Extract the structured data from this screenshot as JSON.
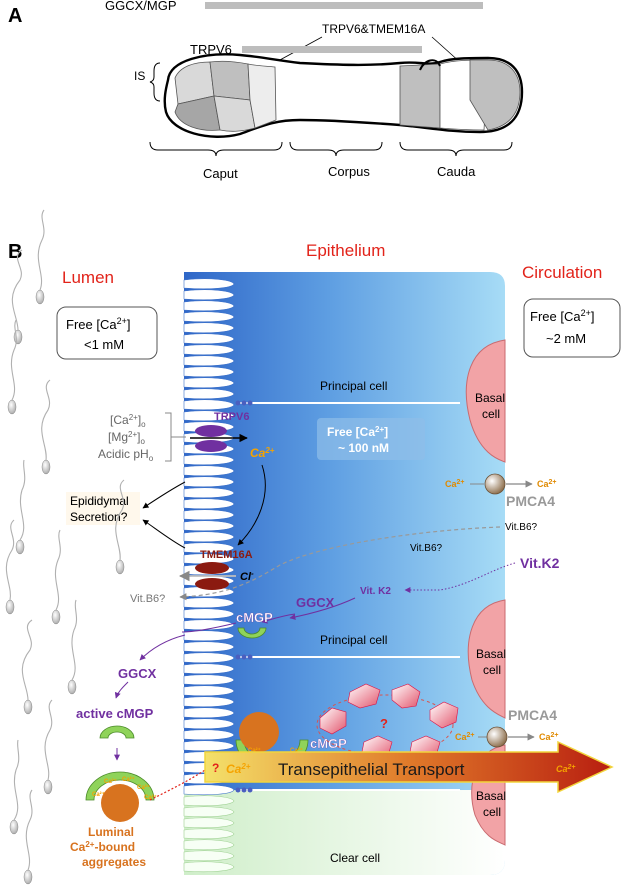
{
  "panel_a": {
    "label": "A",
    "ggcx_mgp": "GGCX/MGP",
    "trpv6_tmem": "TRPV6&TMEM16A",
    "trpv6": "TRPV6",
    "is": "IS",
    "regions": [
      "Caput",
      "Corpus",
      "Cauda"
    ]
  },
  "panel_b": {
    "label": "B",
    "lumen": "Lumen",
    "epithelium": "Epithelium",
    "circulation": "Circulation",
    "lumen_ca_line1": "Free [Ca",
    "lumen_ca_sup": "2+",
    "lumen_ca_close": "]",
    "lumen_ca_line2": "<1 mM",
    "circ_ca_line1": "Free [Ca",
    "circ_ca_sup": "2+",
    "circ_ca_close": "]",
    "circ_ca_line2": "~2 mM",
    "cell_ca_line1": "Free [Ca",
    "cell_ca_sup": "2+",
    "cell_ca_close": "]",
    "cell_ca_line2": "~ 100 nM",
    "principal_cell": "Principal cell",
    "basal_cell_l1": "Basal",
    "basal_cell_l2": "cell",
    "clear_cell": "Clear cell",
    "trpv6": "TRPV6",
    "tmem16a": "TMEM16A",
    "cl": "Cl",
    "cl_sup": "-",
    "ca_o_1": "[Ca",
    "ca_o_2": "2+",
    "ca_o_3": "]",
    "ca_o_4": "o",
    "mg_o_1": "[Mg",
    "mg_o_2": "2+",
    "mg_o_3": "]",
    "mg_o_4": "o",
    "acidic_1": "Acidic pH",
    "acidic_2": "o",
    "ca2": "Ca",
    "ca2_sup": "2+",
    "epi_secretion_l1": "Epididymal",
    "epi_secretion_l2": "Secretion?",
    "vitb6": "Vit.B6?",
    "vitk2": "Vit.K2",
    "vitk2_small": "Vit. K2",
    "ggcx": "GGCX",
    "cmgp": "cMGP",
    "active_cmgp": "active cMGP",
    "pmca4": "PMCA4",
    "question": "?",
    "transport": "Transepithelial Transport",
    "aggregates_l1": "Luminal",
    "aggregates_l2": "Ca",
    "aggregates_l2_sup": "2+",
    "aggregates_l2_rest": "-bound",
    "aggregates_l3": "aggregates"
  },
  "colors": {
    "red": "#e2231a",
    "purple": "#7030a0",
    "orange": "#d8731f",
    "gold": "#f5a300",
    "pink_cell": "#f2a3a6",
    "blue_dark": "#3b6fc9",
    "blue_light": "#8ed0f5",
    "dark_red": "#8b1a10"
  }
}
